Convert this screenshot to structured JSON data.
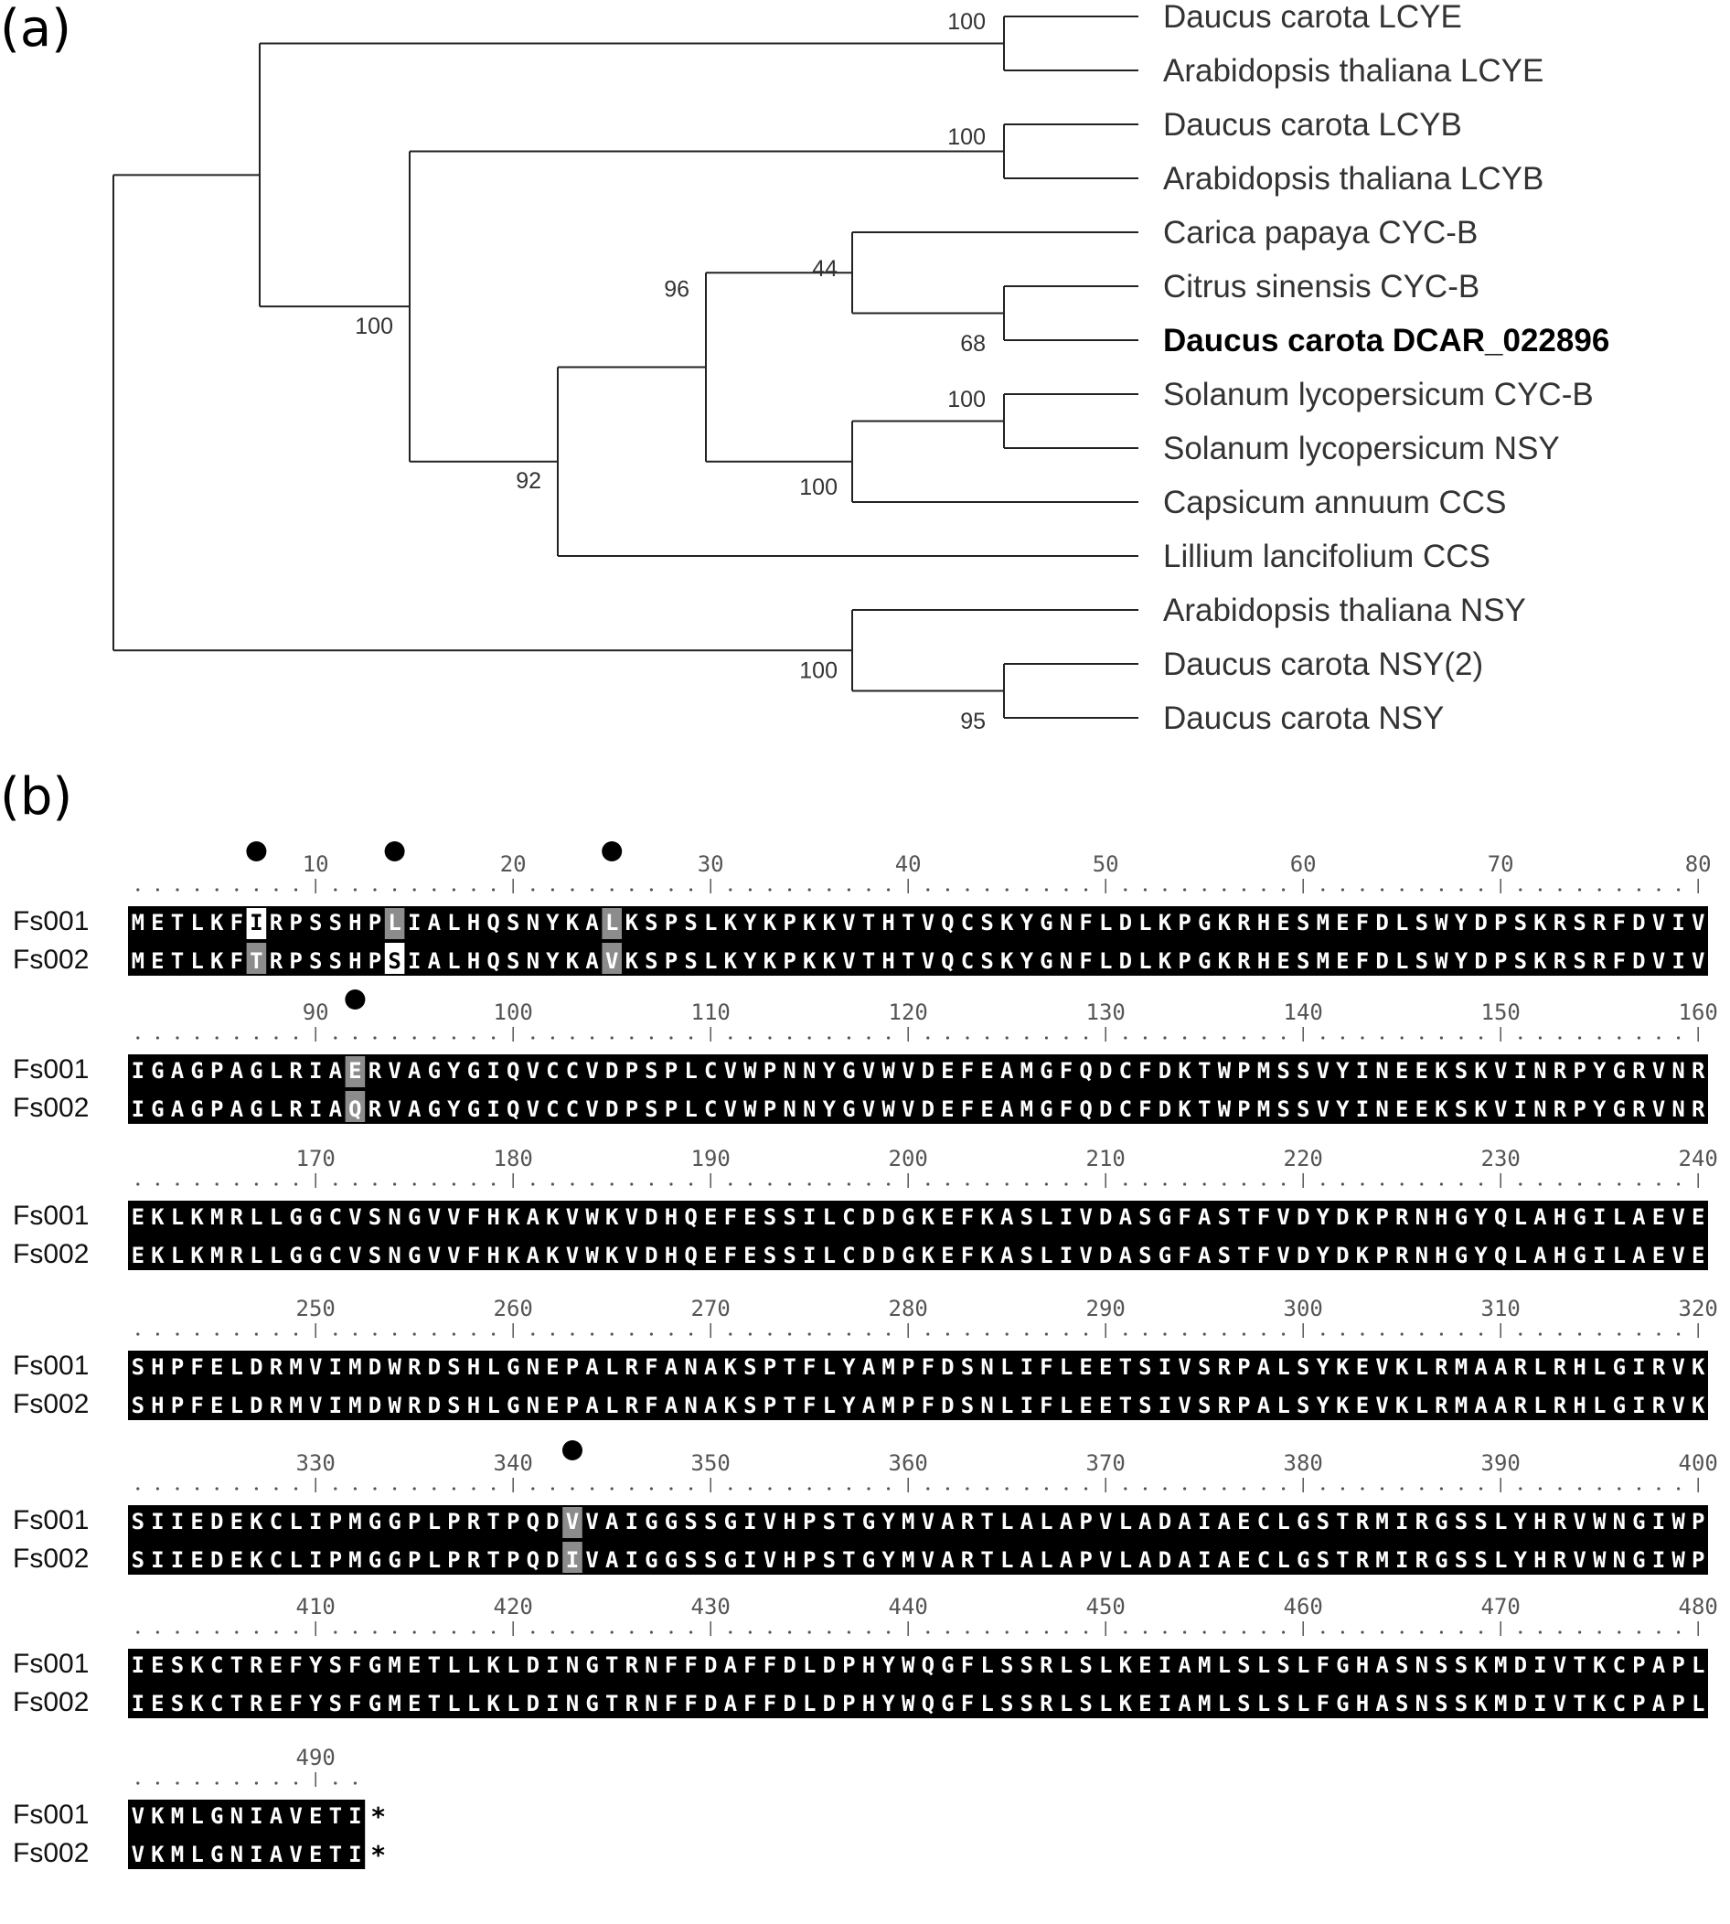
{
  "panels": {
    "a": "(a)",
    "b": "(b)"
  },
  "tree": {
    "taxa": [
      {
        "id": "t1",
        "label": "Daucus carota LCYE",
        "bold": false
      },
      {
        "id": "t2",
        "label": "Arabidopsis thaliana LCYE",
        "bold": false
      },
      {
        "id": "t3",
        "label": "Daucus carota LCYB",
        "bold": false
      },
      {
        "id": "t4",
        "label": "Arabidopsis thaliana LCYB",
        "bold": false
      },
      {
        "id": "t5",
        "label": "Carica papaya CYC-B",
        "bold": false
      },
      {
        "id": "t6",
        "label": "Citrus sinensis CYC-B",
        "bold": false
      },
      {
        "id": "t7",
        "label": "Daucus carota DCAR_022896",
        "bold": true
      },
      {
        "id": "t8",
        "label": "Solanum lycopersicum CYC-B",
        "bold": false
      },
      {
        "id": "t9",
        "label": "Solanum lycopersicum NSY",
        "bold": false
      },
      {
        "id": "t10",
        "label": "Capsicum annuum CCS",
        "bold": false
      },
      {
        "id": "t11",
        "label": "Lillium lancifolium CCS",
        "bold": false
      },
      {
        "id": "t12",
        "label": "Arabidopsis thaliana NSY",
        "bold": false
      },
      {
        "id": "t13",
        "label": "Daucus carota NSY(2)",
        "bold": false
      },
      {
        "id": "t14",
        "label": "Daucus carota NSY",
        "bold": false
      }
    ],
    "bootstrap": [
      {
        "node": "lcye",
        "value": "100"
      },
      {
        "node": "lcyb",
        "value": "100"
      },
      {
        "node": "lcy",
        "value": "100"
      },
      {
        "node": "papaya-clade",
        "value": "44"
      },
      {
        "node": "citrus-daucus",
        "value": "68"
      },
      {
        "node": "cyc-major",
        "value": "96"
      },
      {
        "node": "solanum-pair",
        "value": "100"
      },
      {
        "node": "solanum-capsicum",
        "value": "100"
      },
      {
        "node": "cyc-lillium",
        "value": "92"
      },
      {
        "node": "nsy-clade",
        "value": "100"
      },
      {
        "node": "daucus-nsy",
        "value": "95"
      }
    ]
  },
  "alignment": {
    "seq_names": [
      "Fs001",
      "Fs002"
    ],
    "blocks": [
      {
        "start": 1,
        "ticks": [
          "10",
          "20",
          "30",
          "40",
          "50",
          "60",
          "70",
          "80"
        ],
        "s1": "METLKFIRPSSHPLIALHQSNYKALKSPSLKYKPKKVTHTVQCSKYGNFLDLKPGKRHESMEFDLSWYDPSKRSRFDVIV",
        "s2": "METLKFTRPSSHPSIALHQSNYKAVKSPSLKYKPKKVTHTVQCSKYGNFLDLKPGKRHESMEFDLSWYDPSKRSRFDVIV"
      },
      {
        "start": 81,
        "ticks": [
          "90",
          "100",
          "110",
          "120",
          "130",
          "140",
          "150",
          "160"
        ],
        "s1": "IGAGPAGLRIAERVAGYGIQVCCVDPSPLCVWPNNYGVWVDEFEAMGFQDCFDKTWPMSSVYINEEKSKVINRPYGRVNR",
        "s2": "IGAGPAGLRIAQRVAGYGIQVCCVDPSPLCVWPNNYGVWVDEFEAMGFQDCFDKTWPMSSVYINEEKSKVINRPYGRVNR"
      },
      {
        "start": 161,
        "ticks": [
          "170",
          "180",
          "190",
          "200",
          "210",
          "220",
          "230",
          "240"
        ],
        "s1": "EKLKMRLLGGCVSNGVVFHKAKVWKVDHQEFESSILCDDGKEFKASLIVDASGFASTFVDYDKPRNHGYQLAHGILAEVE",
        "s2": "EKLKMRLLGGCVSNGVVFHKAKVWKVDHQEFESSILCDDGKEFKASLIVDASGFASTFVDYDKPRNHGYQLAHGILAEVE"
      },
      {
        "start": 241,
        "ticks": [
          "250",
          "260",
          "270",
          "280",
          "290",
          "300",
          "310",
          "320"
        ],
        "s1": "SHPFELDRMVIMDWRDSHLGNEPALRFANAKSPTFLYAMPFDSNLIFLEETSIVSRPALSYKEVKLRMAARLRHLGIRVK",
        "s2": "SHPFELDRMVIMDWRDSHLGNEPALRFANAKSPTFLYAMPFDSNLIFLEETSIVSRPALSYKEVKLRMAARLRHLGIRVK"
      },
      {
        "start": 321,
        "ticks": [
          "330",
          "340",
          "350",
          "360",
          "370",
          "380",
          "390",
          "400"
        ],
        "s1": "SIIEDEKCLIPMGGPLPRTPQDVVAIGGSSGIVHPSTGYMVARTLALAPVLADAIAECLGSTRMIRGSSLYHRVWNGIWP",
        "s2": "SIIEDEKCLIPMGGPLPRTPQDIVAIGGSSGIVHPSTGYMVARTLALAPVLADAIAECLGSTRMIRGSSLYHRVWNGIWP"
      },
      {
        "start": 401,
        "ticks": [
          "410",
          "420",
          "430",
          "440",
          "450",
          "460",
          "470",
          "480"
        ],
        "s1": "IESKCTREFYSFGMETLLKLDINGTRNFFDAFFDLDPHYWQGFLSSRLSLKEIAMLSLSLFGHASNSSKMDIVTKCPAPL",
        "s2": "IESKCTREFYSFGMETLLKLDINGTRNFFDAFFDLDPHYWQGFLSSRLSLKEIAMLSLSLFGHASNSSKMDIVTKCPAPL"
      },
      {
        "start": 481,
        "ticks": [
          "490"
        ],
        "s1": "VKMLGNIAVETI",
        "s2": "VKMLGNIAVETI",
        "end": "*"
      }
    ],
    "variant_positions": [
      7,
      14,
      25,
      92,
      343
    ]
  },
  "colors": {
    "seq_bg": "#000000",
    "seq_fg": "#ffffff",
    "var_white": "#ffffff",
    "var_gray": "#8c8c8c"
  }
}
